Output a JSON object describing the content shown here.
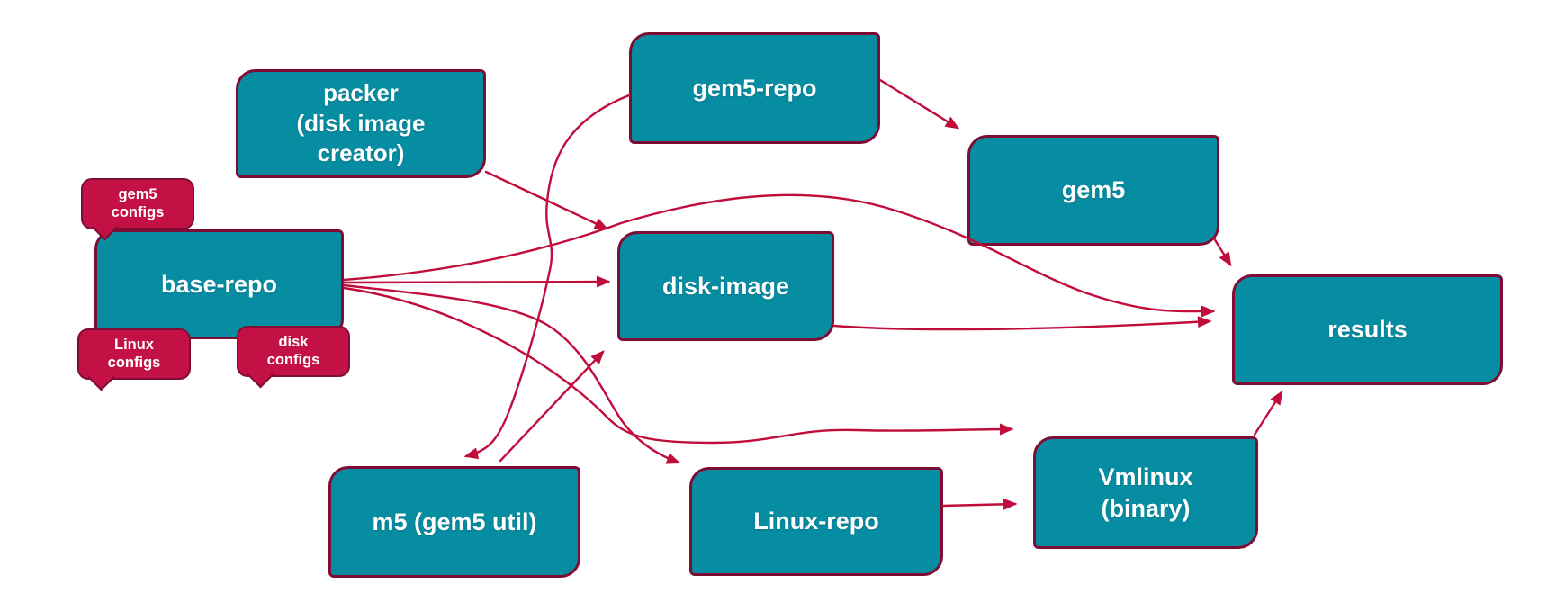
{
  "colors": {
    "background": "#ffffff",
    "node_fill": "#078DA2",
    "node_border": "#7E0D35",
    "tag_fill": "#C31145",
    "tag_border": "#7E0D35",
    "arrow": "#C00D3C",
    "text": "#ffffff"
  },
  "nodes": {
    "packer": {
      "label": "packer\n(disk image\ncreator)"
    },
    "gem5_repo": {
      "label": "gem5-repo"
    },
    "gem5": {
      "label": "gem5"
    },
    "base_repo": {
      "label": "base-repo"
    },
    "disk_image": {
      "label": "disk-image"
    },
    "results": {
      "label": "results"
    },
    "m5": {
      "label": "m5 (gem5 util)"
    },
    "linux_repo": {
      "label": "Linux-repo"
    },
    "vmlinux": {
      "label": "Vmlinux\n(binary)"
    }
  },
  "tags": {
    "gem5_configs": {
      "label": "gem5\nconfigs"
    },
    "linux_configs": {
      "label": "Linux\nconfigs"
    },
    "disk_configs": {
      "label": "disk\nconfigs"
    }
  },
  "edges": [
    {
      "from": "packer",
      "to": "disk_image"
    },
    {
      "from": "base_repo",
      "to": "disk_image"
    },
    {
      "from": "base_repo",
      "to": "results"
    },
    {
      "from": "base_repo",
      "to": "linux_repo"
    },
    {
      "from": "base_repo",
      "to": "vmlinux"
    },
    {
      "from": "gem5_repo",
      "to": "gem5"
    },
    {
      "from": "gem5_repo",
      "to": "m5"
    },
    {
      "from": "m5",
      "to": "disk_image"
    },
    {
      "from": "disk_image",
      "to": "results"
    },
    {
      "from": "linux_repo",
      "to": "vmlinux"
    },
    {
      "from": "vmlinux",
      "to": "results"
    },
    {
      "from": "gem5",
      "to": "results"
    }
  ]
}
